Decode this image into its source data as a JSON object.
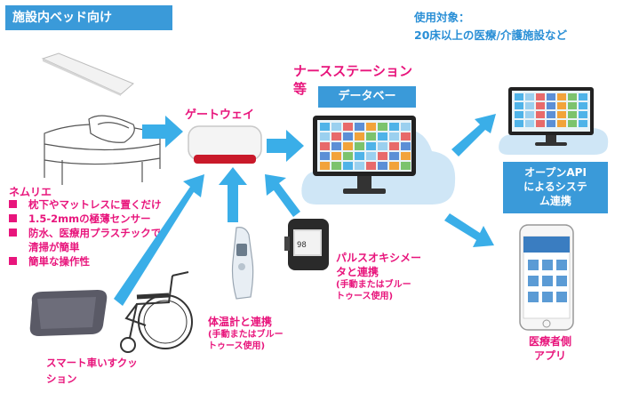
{
  "header": {
    "title": "施設内ベッド向け"
  },
  "scope": {
    "line1": "使用対象：",
    "line2": "20床以上の医療/介護施設など"
  },
  "station": {
    "title_line1": "ナースステーション",
    "title_line2": "等",
    "db_label": "データベー"
  },
  "gateway": {
    "label": "ゲートウェイ"
  },
  "nemurie": {
    "title": "ネムリエ",
    "bullets": [
      "枕下やマットレスに置くだけ",
      "1.5-2mmの極薄センサー",
      "防水、医療用プラスチックで",
      "清掃が簡単",
      "簡単な操作性"
    ]
  },
  "cushion": {
    "label_line1": "スマート車いすクッ",
    "label_line2": "ション"
  },
  "thermometer": {
    "label": "体温計と連携",
    "sub_line1": "(手動またはブルー",
    "sub_line2": "トゥース使用)"
  },
  "pulse": {
    "label_line1": "パルスオキシメー",
    "label_line2": "タと連携",
    "sub_line1": "(手動またはブルー",
    "sub_line2": "トゥース使用)"
  },
  "api": {
    "line1": "オープンAPI",
    "line2": "によるシステ",
    "line3": "ム連携"
  },
  "app": {
    "line1": "医療者側",
    "line2": "アプリ"
  },
  "colors": {
    "accent_blue": "#3a9ad9",
    "magenta": "#e8157c",
    "arrow": "#3aaee8",
    "cloud": "#cfe6f6"
  },
  "icons": [
    "sensor-pad-icon",
    "bed-icon",
    "gateway-device-icon",
    "monitor-icon",
    "cloud-icon",
    "thermometer-icon",
    "pulse-oximeter-icon",
    "cushion-icon",
    "wheelchair-icon",
    "smartphone-icon",
    "arrow-icon"
  ]
}
